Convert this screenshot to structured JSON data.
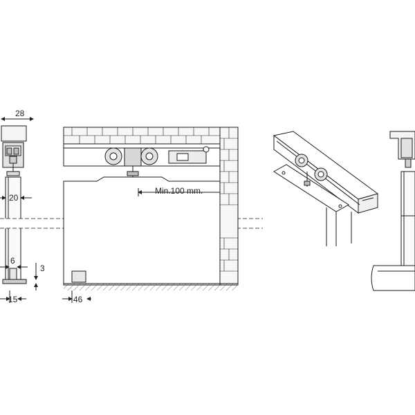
{
  "dimensions": {
    "track_width": "28",
    "door_clearance": "20",
    "guide_width": "6",
    "guide_height": "3",
    "bottom_width": "15",
    "guide_offset": "46",
    "min_clearance": "Min.100 mm."
  },
  "colors": {
    "line": "#1a1a1a",
    "fill_light": "#f4f4f4",
    "fill_mid": "#e2e2e2",
    "fill_dark": "#bdbdbd",
    "brick_fill": "#f7f7f7"
  }
}
